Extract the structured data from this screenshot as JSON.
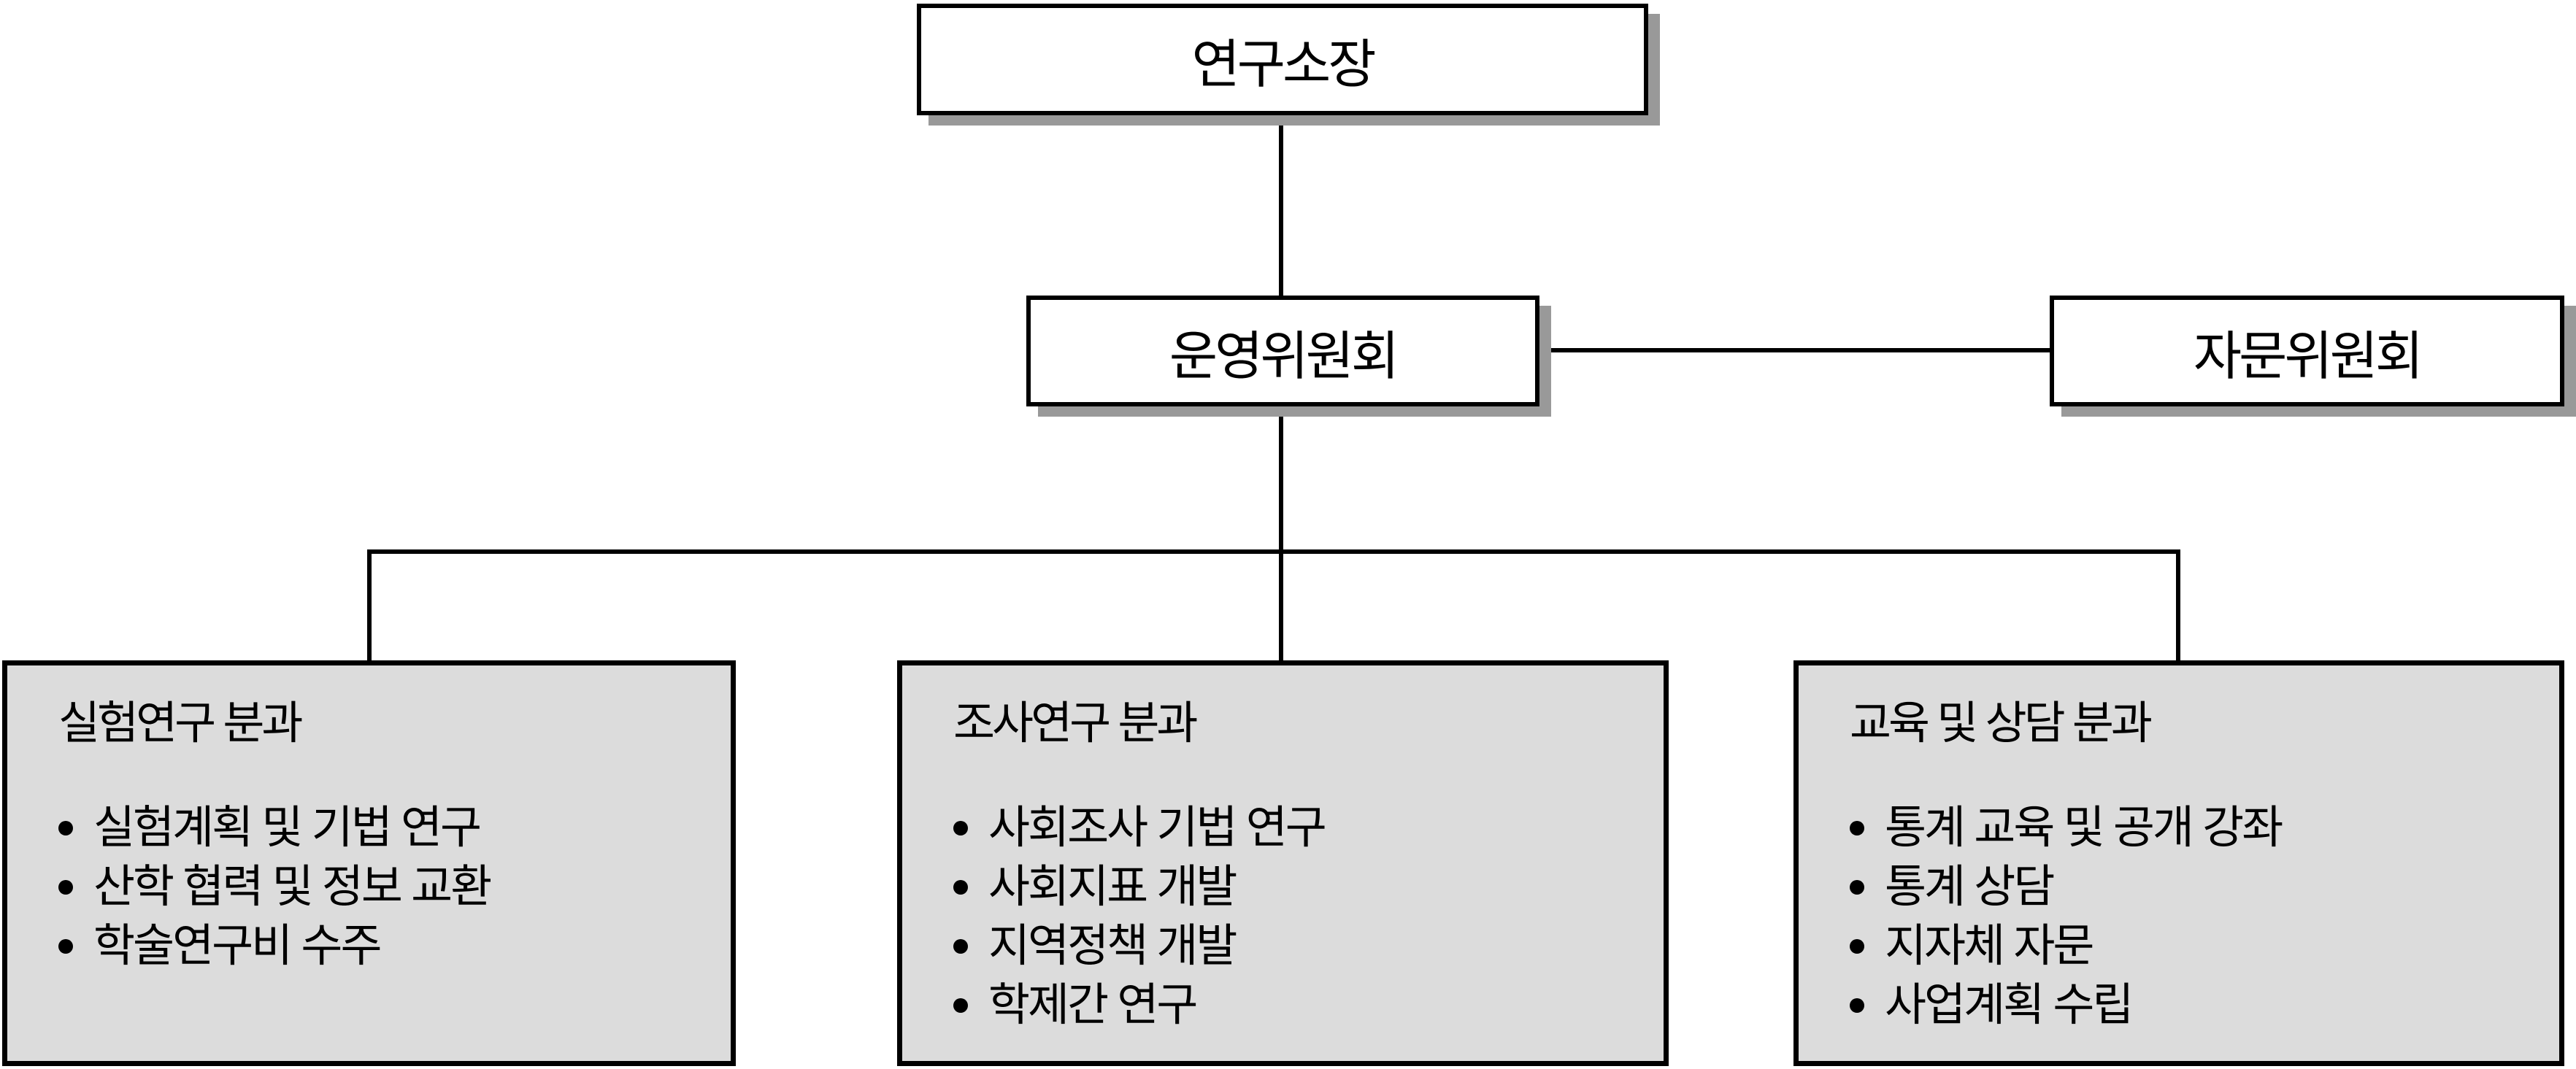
{
  "director": "연구소장",
  "steering_committee": "운영위원회",
  "advisory_committee": "자문위원회",
  "divisions": [
    {
      "title": "실험연구 분과",
      "items": [
        "실험계획 및 기법 연구",
        "산학 협력 및 정보 교환",
        "학술연구비 수주"
      ]
    },
    {
      "title": "조사연구 분과",
      "items": [
        "사회조사 기법 연구",
        "사회지표 개발",
        "지역정책 개발",
        "학제간 연구"
      ]
    },
    {
      "title": "교육 및 상담 분과",
      "items": [
        "통계 교육 및 공개 강좌",
        "통계 상담",
        "지자체 자문",
        "사업계획 수립"
      ]
    }
  ]
}
